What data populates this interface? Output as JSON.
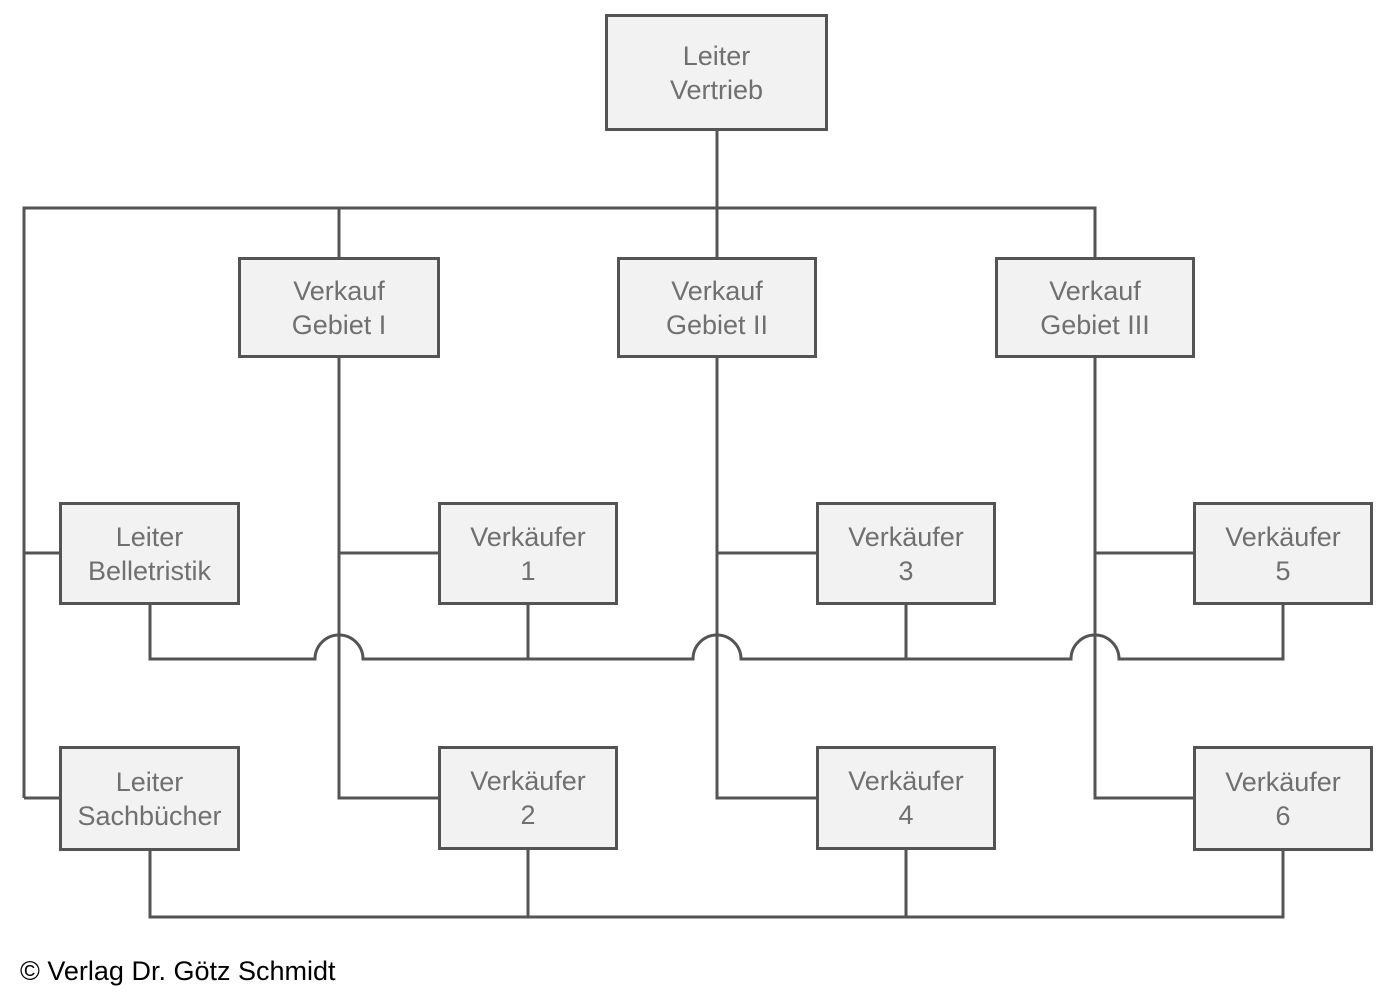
{
  "diagram": {
    "type": "matrix-organization-chart",
    "nodes": {
      "vertrieb": {
        "line1": "Leiter",
        "line2": "Vertrieb"
      },
      "gebiet1": {
        "line1": "Verkauf",
        "line2": "Gebiet I"
      },
      "gebiet2": {
        "line1": "Verkauf",
        "line2": "Gebiet II"
      },
      "gebiet3": {
        "line1": "Verkauf",
        "line2": "Gebiet III"
      },
      "belletristik": {
        "line1": "Leiter",
        "line2": "Belletristik"
      },
      "sachbuecher": {
        "line1": "Leiter",
        "line2": "Sachbücher"
      },
      "verkaeufer1": {
        "line1": "Verkäufer",
        "line2": "1"
      },
      "verkaeufer2": {
        "line1": "Verkäufer",
        "line2": "2"
      },
      "verkaeufer3": {
        "line1": "Verkäufer",
        "line2": "3"
      },
      "verkaeufer4": {
        "line1": "Verkäufer",
        "line2": "4"
      },
      "verkaeufer5": {
        "line1": "Verkäufer",
        "line2": "5"
      },
      "verkaeufer6": {
        "line1": "Verkäufer",
        "line2": "6"
      }
    },
    "edges": [
      "Leiter Vertrieb -> Verkauf Gebiet I",
      "Leiter Vertrieb -> Verkauf Gebiet II",
      "Leiter Vertrieb -> Verkauf Gebiet III",
      "Leiter Vertrieb -> Leiter Belletristik",
      "Leiter Vertrieb -> Leiter Sachbücher",
      "Verkauf Gebiet I -> Verkäufer 1",
      "Verkauf Gebiet I -> Verkäufer 2",
      "Verkauf Gebiet II -> Verkäufer 3",
      "Verkauf Gebiet II -> Verkäufer 4",
      "Verkauf Gebiet III -> Verkäufer 5",
      "Verkauf Gebiet III -> Verkäufer 6",
      "Leiter Belletristik - Verkäufer 1 - Verkäufer 3 - Verkäufer 5 (matrix line)",
      "Leiter Sachbücher - Verkäufer 2 - Verkäufer 4 - Verkäufer 6 (matrix line)"
    ],
    "colors": {
      "bg": "#ffffff",
      "box_fill": "#f2f2f2",
      "box_border": "#545454",
      "box_text": "#707070",
      "line": "#545454",
      "copyright": "#000000"
    }
  },
  "footer": {
    "copyright": "© Verlag Dr. Götz Schmidt"
  }
}
